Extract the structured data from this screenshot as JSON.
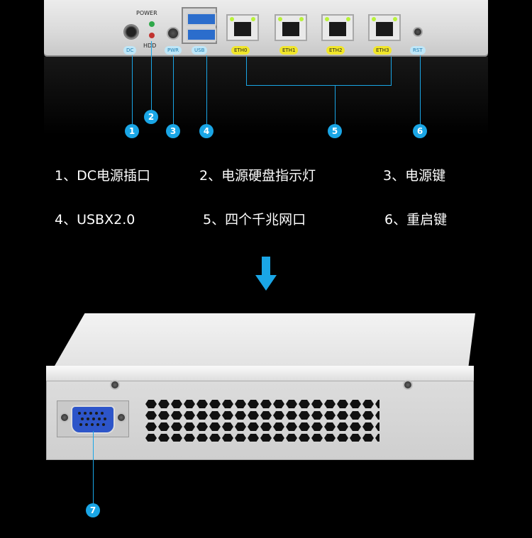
{
  "panel": {
    "power_label": "POWER",
    "hdd_label": "HDD",
    "tags": {
      "dc": "DC",
      "pwr": "PWR",
      "usb": "USB",
      "eth0": "ETH0",
      "eth1": "ETH1",
      "eth2": "ETH2",
      "eth3": "ETH3",
      "rst": "RST"
    }
  },
  "markers": [
    "1",
    "2",
    "3",
    "4",
    "5",
    "6",
    "7"
  ],
  "features": [
    "1、DC电源插口",
    "2、电源硬盘指示灯",
    "3、电源键",
    "4、USBX2.0",
    "5、四个千兆网口",
    "6、重启键"
  ],
  "colors": {
    "accent": "#1aa6e6",
    "eth_tag": "#f1e62a",
    "tag_blue": "#bfe6f7",
    "background": "#000000"
  }
}
